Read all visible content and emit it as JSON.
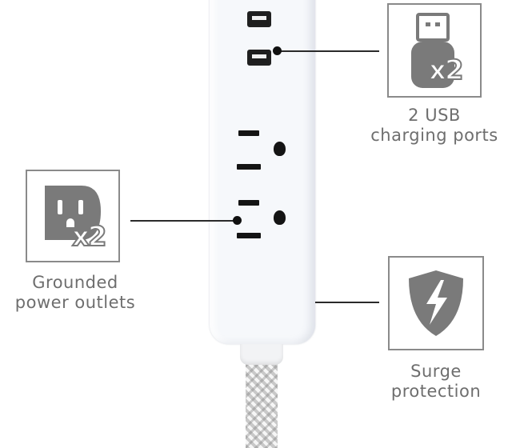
{
  "features": {
    "usb": {
      "line1": "2 USB",
      "line2": "charging ports",
      "badge": "x2",
      "icon": "usb-plug-icon"
    },
    "outlets": {
      "line1": "Grounded",
      "line2": "power outlets",
      "badge": "x2",
      "icon": "outlet-icon"
    },
    "surge": {
      "line1": "Surge",
      "line2": "protection",
      "icon": "shield-lightning-icon"
    }
  },
  "colors": {
    "icon_gray": "#7a7a7a",
    "box_border": "#8a8a8a",
    "label_text": "#6e6e6e",
    "strip_body": "#f6f8fb"
  }
}
